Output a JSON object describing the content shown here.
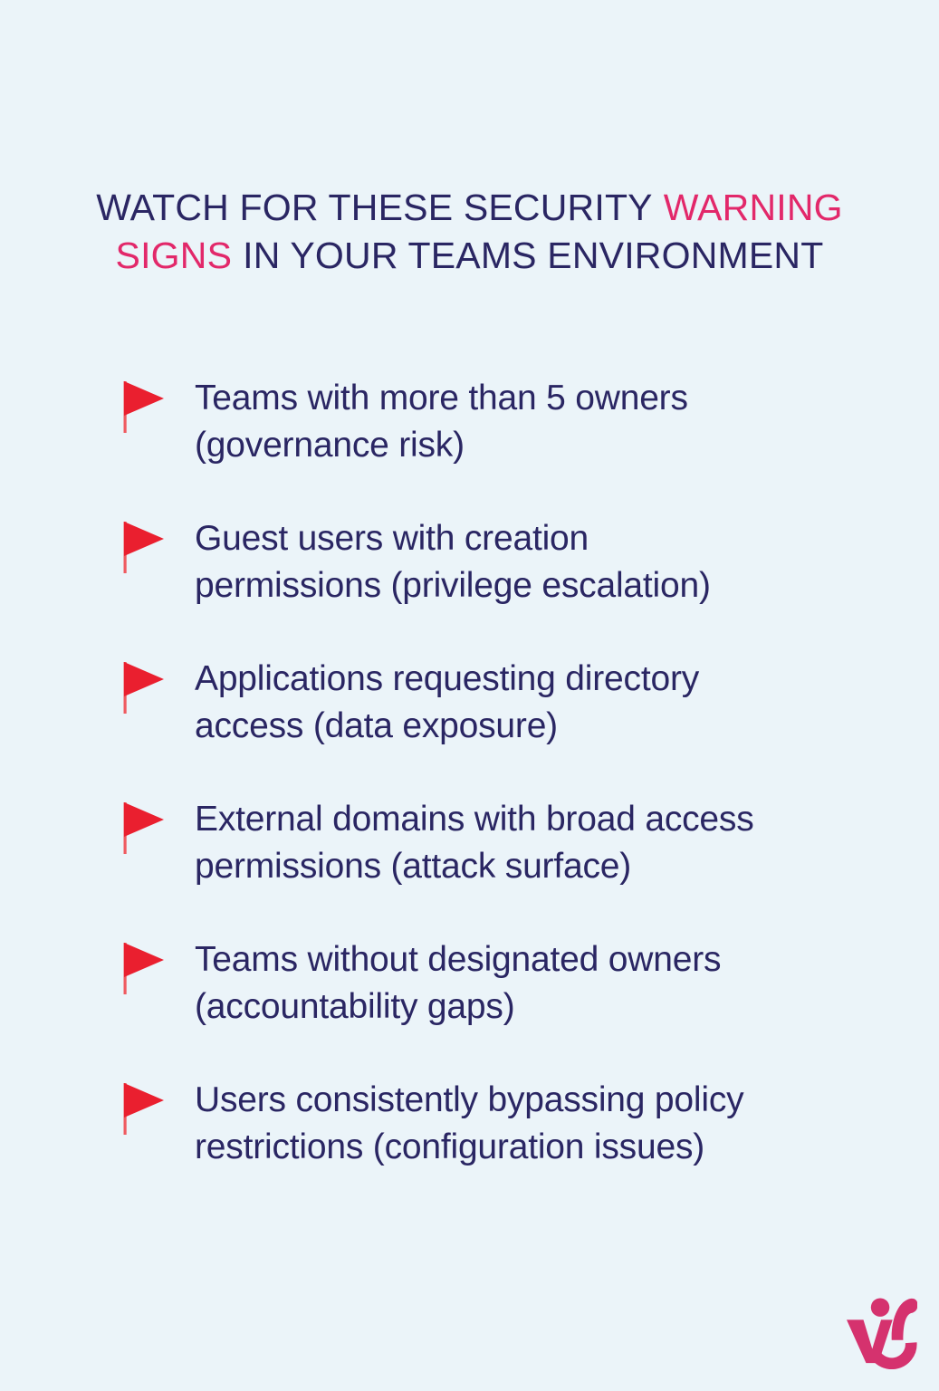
{
  "colors": {
    "background": "#EBF4F9",
    "text_navy": "#2A2663",
    "accent_pink": "#E2286A",
    "flag_red": "#EA1F2F",
    "flag_pole_red": "#EF5A60",
    "logo_pink": "#D5326E"
  },
  "title": {
    "line1_normal": "WATCH FOR THESE SECURITY",
    "line1_accent": "WARNING",
    "line2_accent": "SIGNS",
    "line2_normal": "IN YOUR TEAMS ENVIRONMENT"
  },
  "list": {
    "bullet_icon": "red-flag-icon",
    "items": [
      {
        "icon": "red-flag-icon",
        "line1": "Teams with more than 5 owners",
        "line2": "(governance risk)"
      },
      {
        "icon": "red-flag-icon",
        "line1": "Guest users with creation",
        "line2": "permissions (privilege escalation)"
      },
      {
        "icon": "red-flag-icon",
        "line1": "Applications requesting directory",
        "line2": "access (data exposure)"
      },
      {
        "icon": "red-flag-icon",
        "line1": "External domains with broad access",
        "line2": "permissions (attack surface)"
      },
      {
        "icon": "red-flag-icon",
        "line1": "Teams without designated owners",
        "line2": "(accountability gaps)"
      },
      {
        "icon": "red-flag-icon",
        "line1": "Users consistently bypassing policy",
        "line2": "restrictions (configuration issues)"
      }
    ]
  },
  "footer": {
    "logo_icon": "brand-vs-logo-icon"
  }
}
